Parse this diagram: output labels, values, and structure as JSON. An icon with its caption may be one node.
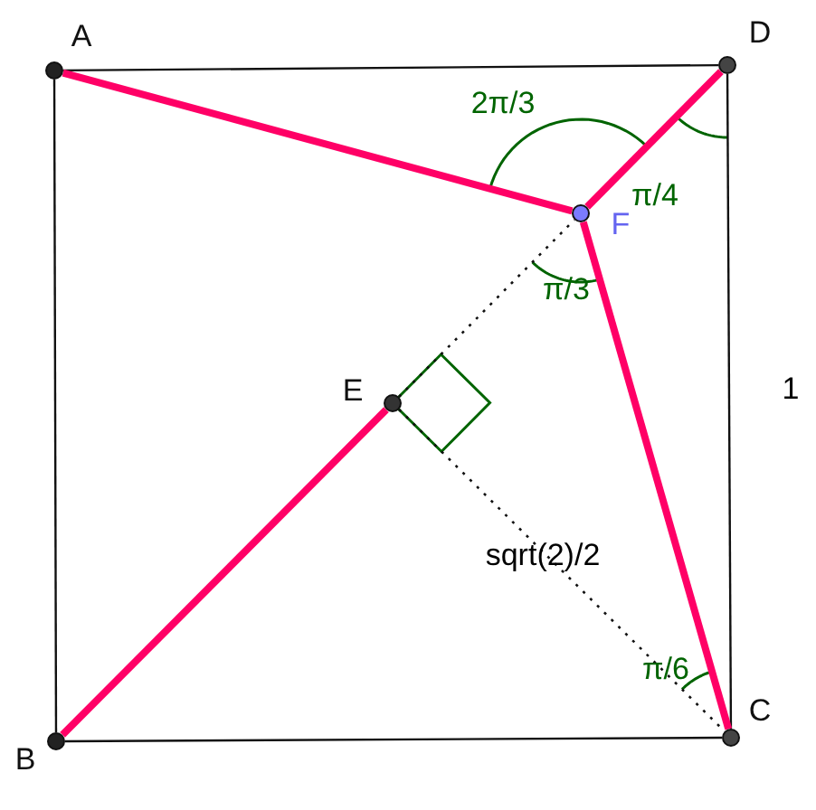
{
  "diagram": {
    "nodes": [
      {
        "text": [],
        "shape": "circle",
        "beside": [
          "A"
        ]
      },
      {
        "text": [],
        "shape": "circle",
        "beside": [
          "D"
        ]
      },
      {
        "text": [],
        "shape": "circle",
        "beside": [
          "C"
        ]
      },
      {
        "text": [],
        "shape": "circle",
        "beside": [
          "B"
        ]
      },
      {
        "text": [],
        "shape": "circle",
        "beside": [
          "F"
        ]
      },
      {
        "text": [],
        "shape": "circle",
        "beside": [
          "E"
        ]
      }
    ],
    "edges": [
      {
        "from": 0,
        "to": 1,
        "arrow": "none"
      },
      {
        "from": 1,
        "to": 2,
        "arrow": "none",
        "label": "1"
      },
      {
        "from": 2,
        "to": 3,
        "arrow": "none"
      },
      {
        "from": 3,
        "to": 0,
        "arrow": "none"
      },
      {
        "from": 0,
        "to": 4,
        "arrow": "none",
        "style": "thick",
        "color": "#ff0066"
      },
      {
        "from": 4,
        "to": 1,
        "arrow": "none",
        "style": "thick",
        "color": "#ff0066"
      },
      {
        "from": 4,
        "to": 2,
        "arrow": "none",
        "style": "thick",
        "color": "#ff0066"
      },
      {
        "from": 3,
        "to": 5,
        "arrow": "none",
        "style": "thick",
        "color": "#ff0066"
      },
      {
        "from": 5,
        "to": 4,
        "arrow": "none",
        "style": "dashed"
      },
      {
        "from": 5,
        "to": 2,
        "arrow": "none",
        "style": "dashed",
        "label": "sqrt(2)/2"
      }
    ],
    "labels": [
      "2π/3",
      "π/4",
      "π/3",
      "π/6"
    ]
  }
}
